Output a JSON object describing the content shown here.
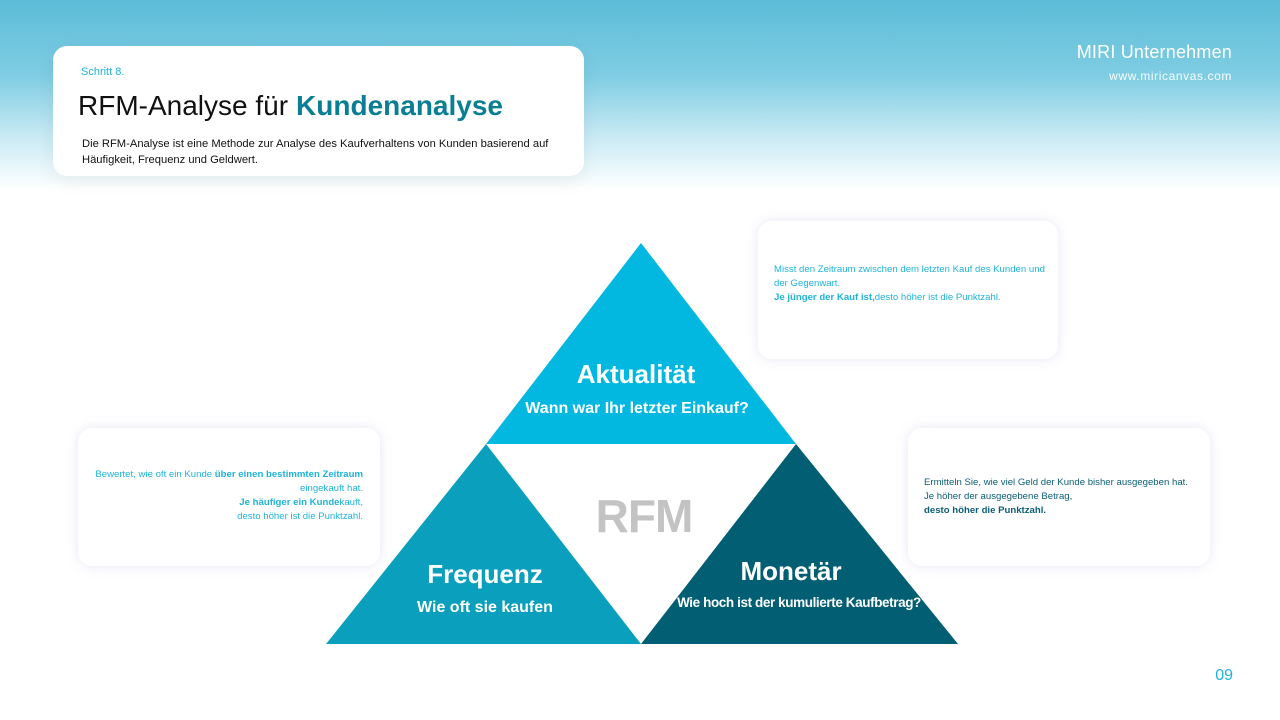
{
  "brand": {
    "name": "MIRI Unternehmen",
    "url": "www.miricanvas.com"
  },
  "header": {
    "step": "Schritt 8.",
    "title_main": "RFM-Analyse für",
    "title_accent": "Kundenanalyse",
    "description": "Die RFM-Analyse ist eine Methode zur Analyse des Kaufverhaltens von Kunden basierend auf Häufigkeit, Frequenz und Geldwert."
  },
  "diagram": {
    "center_label": "RFM",
    "segments": {
      "top": {
        "title": "Aktualität",
        "subtitle": "Wann war Ihr letzter Einkauf?",
        "color": "#02b8e0"
      },
      "left": {
        "title": "Frequenz",
        "subtitle": "Wie oft sie kaufen",
        "color": "#0a9fbd"
      },
      "right": {
        "title": "Monetär",
        "subtitle": "Wie hoch ist der kumulierte Kaufbetrag?",
        "color": "#025e73"
      }
    },
    "center_color": "#ffffff",
    "center_label_color": "#c3c3c3"
  },
  "cards": {
    "top": {
      "line1": "Misst den Zeitraum zwischen dem letzten Kauf des Kunden und",
      "line2": "der Gegenwart.",
      "line3_bold": "Je jünger der Kauf ist,",
      "line3_rest": "desto höher ist die Punktzahl."
    },
    "left": {
      "line1_plain": "Bewertet, wie oft ein Kunde ",
      "line1_bold": "über einen bestimmten Zeitraum",
      "line2": "eingekauft hat.",
      "line3_bold": "Je häufiger ein Kunde",
      "line3_rest": "kauft,",
      "line4": "desto höher ist die Punktzahl."
    },
    "right": {
      "line1": "Ermitteln Sie, wie viel Geld der Kunde bisher ausgegeben hat.",
      "line2": "Je höher der ausgegebene Betrag,",
      "line3_bold": "desto höher die Punktzahl."
    }
  },
  "page_number": "09"
}
